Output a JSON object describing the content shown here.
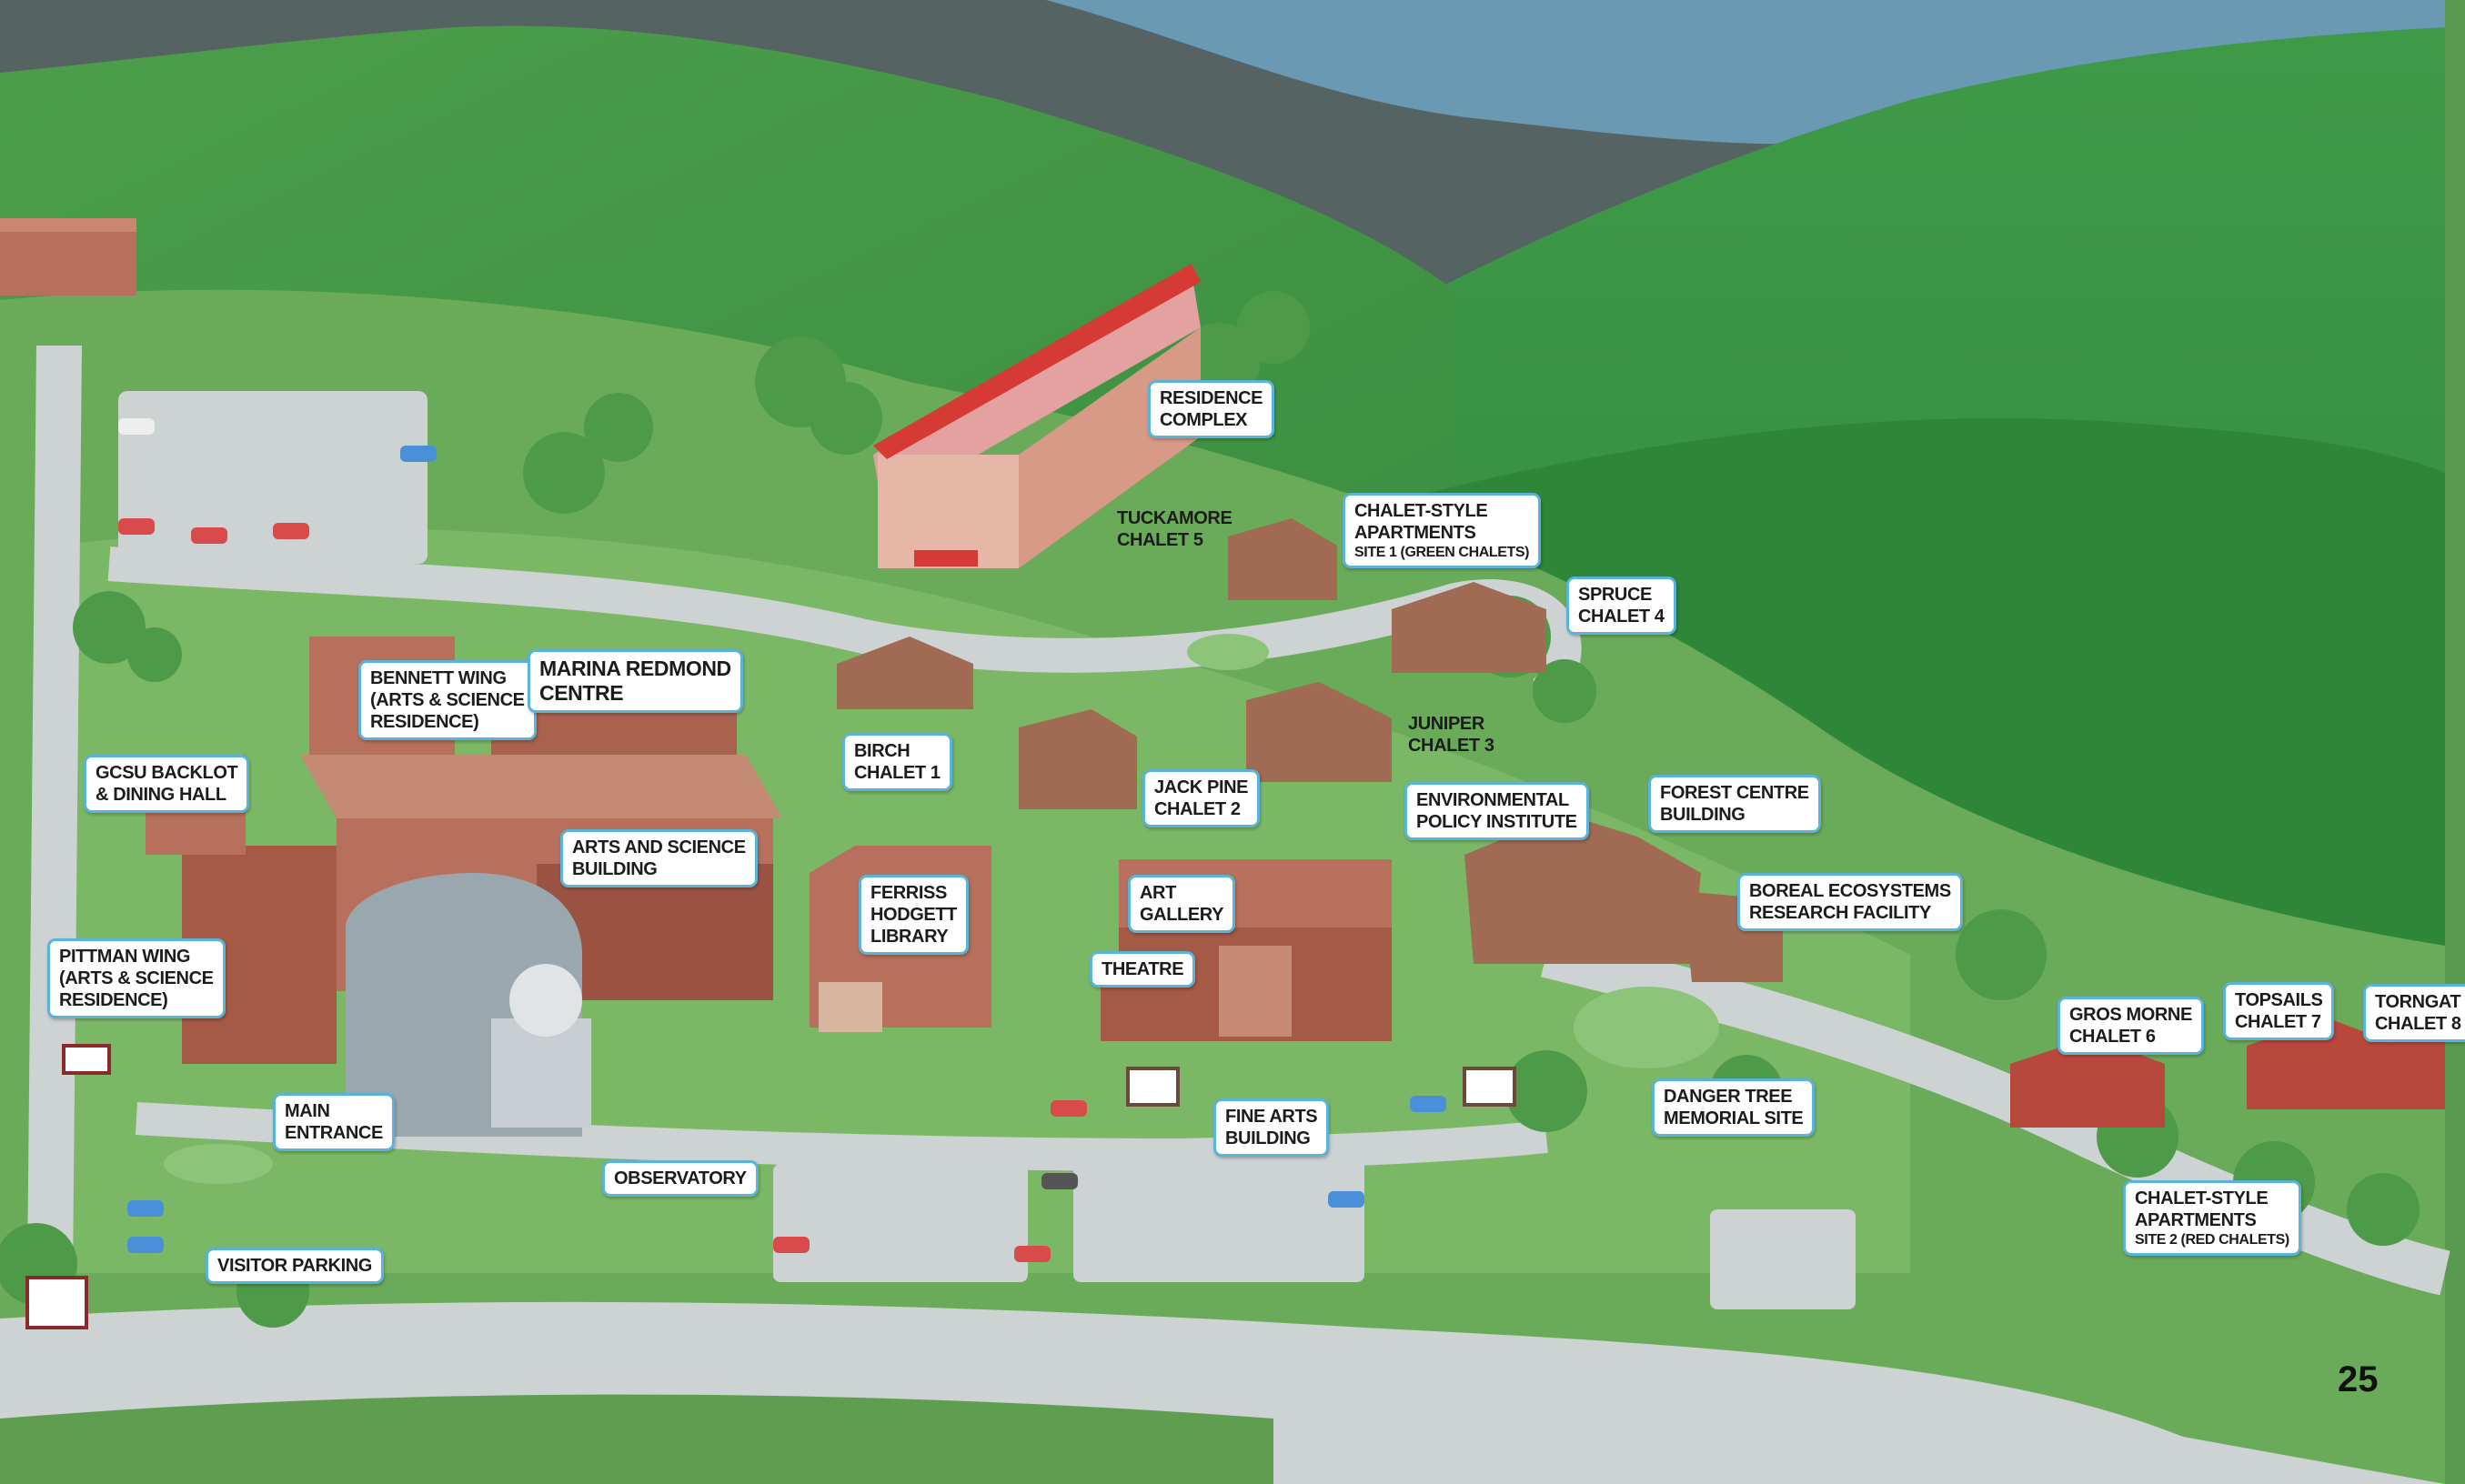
{
  "page_number": "25",
  "colors": {
    "label_border": "#5ab3d8",
    "water": "#6a99b4",
    "mountain_dark": "#556462",
    "grass": "#5a9a50",
    "road": "#cdd2d3",
    "building_brick": "#b6705b",
    "roof_red": "#d53a34"
  },
  "labels": {
    "residence_complex": [
      "RESIDENCE",
      "COMPLEX"
    ],
    "tuckamore_chalet_5": [
      "TUCKAMORE",
      "CHALET 5"
    ],
    "chalet_apartments_site1": [
      "CHALET-STYLE",
      "APARTMENTS",
      "SITE 1 (GREEN CHALETS)"
    ],
    "spruce_chalet_4": [
      "SPRUCE",
      "CHALET 4"
    ],
    "bennett_wing": [
      "BENNETT WING",
      "(ARTS & SCIENCE",
      "RESIDENCE)"
    ],
    "marina_redmond": [
      "MARINA REDMOND",
      "CENTRE"
    ],
    "juniper_chalet_3": [
      "JUNIPER",
      "CHALET 3"
    ],
    "birch_chalet_1": [
      "BIRCH",
      "CHALET 1"
    ],
    "gcsu_backlot": [
      "GCSU BACKLOT",
      "& DINING HALL"
    ],
    "jack_pine_chalet_2": [
      "JACK PINE",
      "CHALET 2"
    ],
    "environmental_policy": [
      "ENVIRONMENTAL",
      "POLICY INSTITUTE"
    ],
    "forest_centre": [
      "FOREST CENTRE",
      "BUILDING"
    ],
    "arts_science_building": [
      "ARTS AND SCIENCE",
      "BUILDING"
    ],
    "ferriss_hodgett": [
      "FERRISS",
      "HODGETT",
      "LIBRARY"
    ],
    "art_gallery": [
      "ART",
      "GALLERY"
    ],
    "boreal_ecosystems": [
      "BOREAL ECOSYSTEMS",
      "RESEARCH FACILITY"
    ],
    "pittman_wing": [
      "PITTMAN WING",
      "(ARTS & SCIENCE",
      "RESIDENCE)"
    ],
    "theatre": [
      "THEATRE"
    ],
    "gros_morne_chalet_6": [
      "GROS MORNE",
      "CHALET 6"
    ],
    "topsails_chalet_7": [
      "TOPSAILS",
      "CHALET 7"
    ],
    "torngat_chalet_8": [
      "TORNGAT",
      "CHALET 8"
    ],
    "main_entrance": [
      "MAIN",
      "ENTRANCE"
    ],
    "danger_tree": [
      "DANGER TREE",
      "MEMORIAL SITE"
    ],
    "fine_arts_building": [
      "FINE ARTS",
      "BUILDING"
    ],
    "observatory": [
      "OBSERVATORY"
    ],
    "chalet_apartments_site2": [
      "CHALET-STYLE",
      "APARTMENTS",
      "SITE 2 (RED CHALETS)"
    ],
    "visitor_parking": [
      "VISITOR PARKING"
    ]
  }
}
